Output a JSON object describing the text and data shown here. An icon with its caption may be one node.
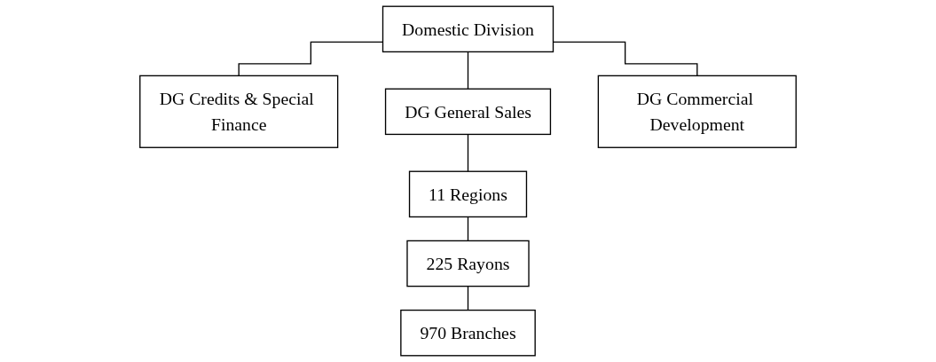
{
  "diagram": {
    "nodes": [
      {
        "text": [
          "Domestic Division"
        ]
      },
      {
        "text": [
          "DG Credits & Special Finance"
        ]
      },
      {
        "text": [
          "DG General Sales"
        ]
      },
      {
        "text": [
          "DG Commercial Development"
        ]
      },
      {
        "text": [
          "11 Regions"
        ]
      },
      {
        "text": [
          "225 Rayons"
        ]
      },
      {
        "text": [
          "970 Branches"
        ]
      }
    ],
    "edges": [
      {
        "from": 0,
        "to": 1,
        "arrow": "none"
      },
      {
        "from": 0,
        "to": 2,
        "arrow": "none"
      },
      {
        "from": 0,
        "to": 3,
        "arrow": "none"
      },
      {
        "from": 2,
        "to": 4,
        "arrow": "none"
      },
      {
        "from": 4,
        "to": 5,
        "arrow": "none"
      },
      {
        "from": 5,
        "to": 6,
        "arrow": "none"
      }
    ]
  }
}
